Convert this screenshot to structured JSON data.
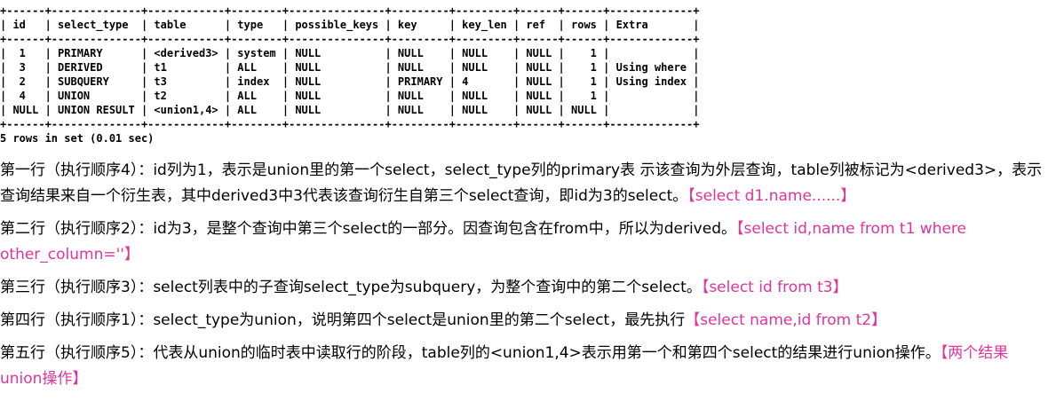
{
  "result_table": {
    "lines": [
      "+------+--------------+------------+--------+---------------+---------+---------+------+------+-------------+",
      "| id   | select_type  | table      | type   | possible_keys | key     | key_len | ref  | rows | Extra       |",
      "+------+--------------+------------+--------+---------------+---------+---------+------+------+-------------+",
      "|  1   | PRIMARY      | <derived3> | system | NULL          | NULL    | NULL    | NULL |    1 |             |",
      "|  3   | DERIVED      | t1         | ALL    | NULL          | NULL    | NULL    | NULL |    1 | Using where |",
      "|  2   | SUBQUERY     | t3         | index  | NULL          | PRIMARY | 4       | NULL |    1 | Using index |",
      "|  4   | UNION        | t2         | ALL    | NULL          | NULL    | NULL    | NULL |    1 |             |",
      "| NULL | UNION RESULT | <union1,4> | ALL    | NULL          | NULL    | NULL    | NULL | NULL |             |",
      "+------+--------------+------------+--------+---------------+---------+---------+------+------+-------------+"
    ],
    "footer": "5 rows in set (0.01 sec)"
  },
  "notes": [
    {
      "text": "第一行（执行顺序4）：id列为1，表示是union里的第一个select，select_type列的primary表 示该查询为外层查询，table列被标记为<derived3>，表示查询结果来自一个衍生表，其中derived3中3代表该查询衍生自第三个select查询，即id为3的select。",
      "highlight": "【select d1.name......】"
    },
    {
      "text": "第二行（执行顺序2）：id为3，是整个查询中第三个select的一部分。因查询包含在from中，所以为derived。",
      "highlight": "【select id,name from t1 where other_column=''】"
    },
    {
      "text": "第三行（执行顺序3）：select列表中的子查询select_type为subquery，为整个查询中的第二个select。",
      "highlight": "【select id from t3】"
    },
    {
      "text": "第四行（执行顺序1）：select_type为union，说明第四个select是union里的第二个select，最先执行",
      "highlight": "【select name,id from t2】"
    },
    {
      "text": "第五行（执行顺序5）：代表从union的临时表中读取行的阶段，table列的<union1,4>表示用第一个和第四个select的结果进行union操作。",
      "highlight": "【两个结果union操作】"
    }
  ],
  "colors": {
    "text": "#000000",
    "highlight": "#e0349c",
    "background": "#ffffff"
  }
}
